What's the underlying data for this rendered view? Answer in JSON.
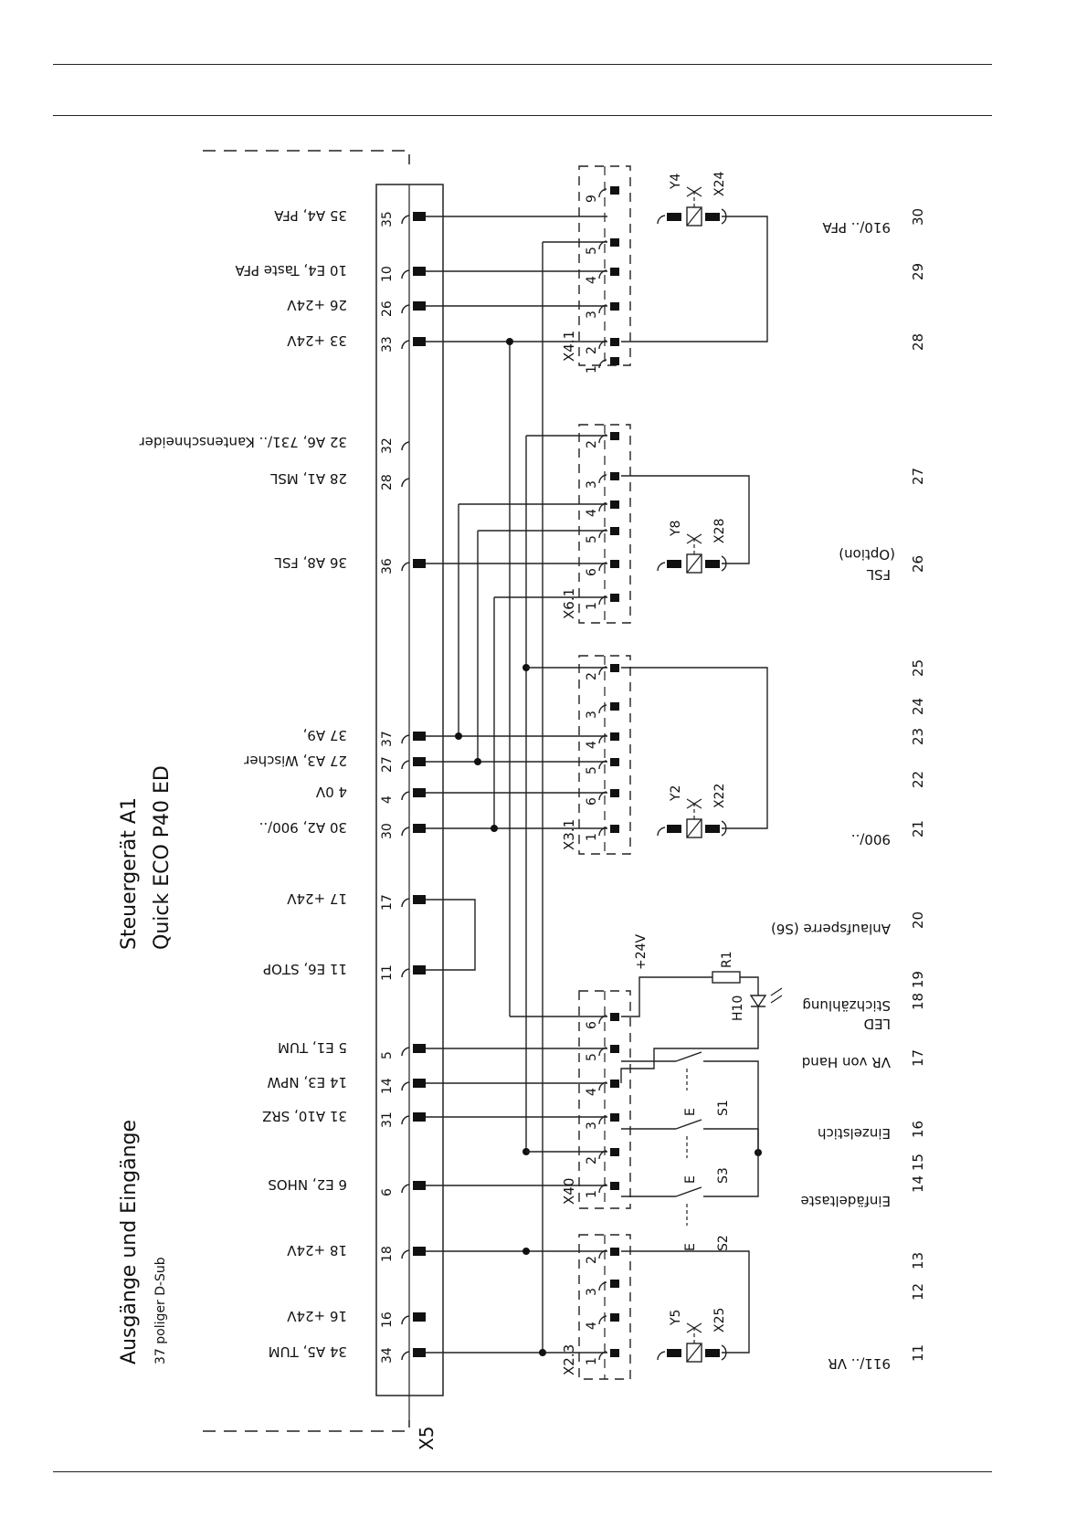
{
  "header": {
    "rules": 2
  },
  "titles": {
    "device": "Steuergerät A1",
    "model": "Quick ECO P40 ED",
    "io": "Ausgänge und Eingänge",
    "dsub": "37 poliger D-Sub",
    "connector": "X5"
  },
  "x5_pins": [
    {
      "pin": "35",
      "label": "35 A4, PFA"
    },
    {
      "pin": "10",
      "label": "10 E4, Taste PFA"
    },
    {
      "pin": "26",
      "label": "26 +24V"
    },
    {
      "pin": "33",
      "label": "33 +24V"
    },
    {
      "pin": "32",
      "label": "32 A6, 731/.. Kantenschneider"
    },
    {
      "pin": "28",
      "label": "28 A1, MSL"
    },
    {
      "pin": "36",
      "label": "36 A8, FSL"
    },
    {
      "pin": "37",
      "label": "37 A9,"
    },
    {
      "pin": "27",
      "label": "27 A3, Wischer"
    },
    {
      "pin": "4",
      "label": "4 0V"
    },
    {
      "pin": "30",
      "label": "30 A2, 900/.."
    },
    {
      "pin": "17",
      "label": "17 +24V"
    },
    {
      "pin": "11",
      "label": "11 E6, STOP"
    },
    {
      "pin": "5",
      "label": "5 E1, TUM"
    },
    {
      "pin": "14",
      "label": "14 E3, NPW"
    },
    {
      "pin": "31",
      "label": "31 A10, SRZ"
    },
    {
      "pin": "6",
      "label": "6 E2, NHOS"
    },
    {
      "pin": "18",
      "label": "18 +24V"
    },
    {
      "pin": "16",
      "label": "16 +24V"
    },
    {
      "pin": "34",
      "label": "34 A5, TUM"
    }
  ],
  "connectors": [
    "X4.1",
    "X6.1",
    "X3.1",
    "X40",
    "X2.3"
  ],
  "components": {
    "y4": "Y4",
    "x24": "X24",
    "y8": "Y8",
    "x28": "X28",
    "y2": "Y2",
    "x22": "X22",
    "y5": "Y5",
    "x25": "X25",
    "r1": "R1",
    "h10": "H10",
    "v24": "+24V",
    "s1": "S1",
    "s3": "S3",
    "s2": "S2",
    "e": "E"
  },
  "functions": [
    "910/.. PFA",
    "FSL",
    "(Option)",
    "900/..",
    "Anlaufsperre (S6)",
    "Stichzählung",
    "LED",
    "VR von Hand",
    "Einzelstich",
    "Einfädeltaste",
    "911/.. VR"
  ],
  "row_numbers": [
    "30",
    "29",
    "28",
    "27",
    "26",
    "25",
    "24",
    "23",
    "22",
    "21",
    "20",
    "18 19",
    "17",
    "16",
    "14 15",
    "13",
    "12",
    "11"
  ]
}
